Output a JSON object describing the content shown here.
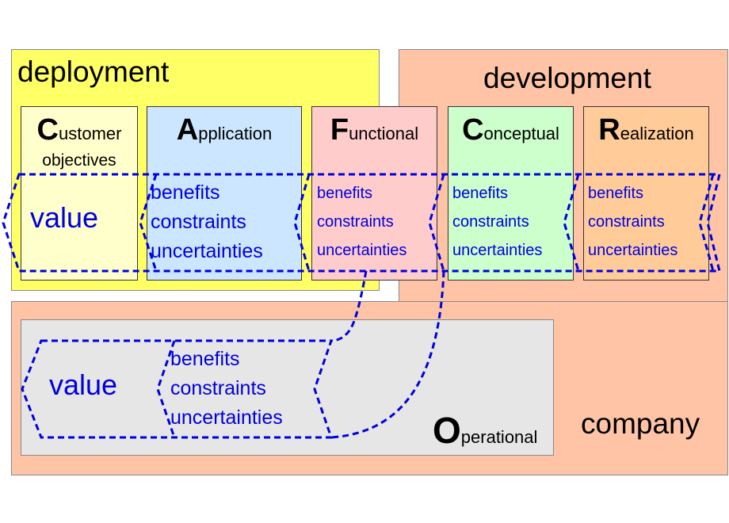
{
  "regions": {
    "deployment": "deployment",
    "development": "development",
    "company": "company"
  },
  "views": {
    "customer": {
      "initial": "C",
      "rest": "ustomer",
      "subtitle": "objectives",
      "value": "value",
      "bg": "#ffffcc"
    },
    "application": {
      "initial": "A",
      "rest": "pplication",
      "bg": "#cce6ff",
      "items": [
        "benefits",
        "constraints",
        "uncertainties"
      ]
    },
    "functional": {
      "initial": "F",
      "rest": "unctional",
      "bg": "#ffcccc",
      "items": [
        "benefits",
        "constraints",
        "uncertainties"
      ]
    },
    "conceptual": {
      "initial": "C",
      "rest": "onceptual",
      "bg": "#ccffcc",
      "items": [
        "benefits",
        "constraints",
        "uncertainties"
      ]
    },
    "realization": {
      "initial": "R",
      "rest": "ealization",
      "bg": "#ffcc99",
      "items": [
        "benefits",
        "constraints",
        "uncertainties"
      ]
    },
    "operational": {
      "initial": "O",
      "rest": "perational",
      "bg": "#e6e6e6",
      "value": "value",
      "items": [
        "benefits",
        "constraints",
        "uncertainties"
      ]
    }
  },
  "colors": {
    "deployment_bg": "#ffff66",
    "development_bg": "#ffc4a6",
    "chain_line": "#0000dd"
  }
}
